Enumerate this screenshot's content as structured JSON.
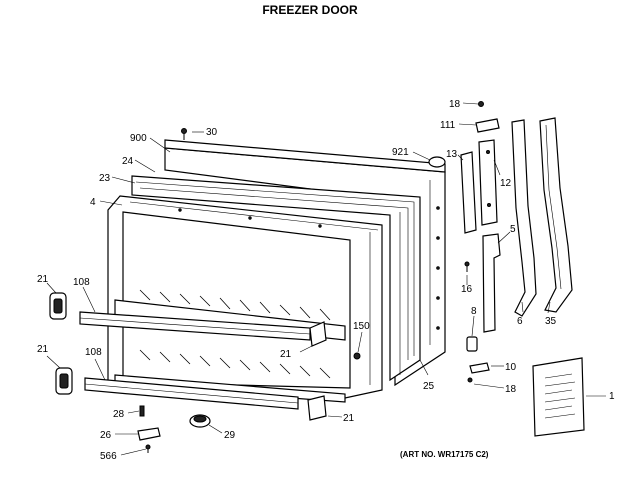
{
  "title": "FREEZER DOOR",
  "art_no": "(ART NO. WR17175 C2)",
  "callouts": {
    "p18a": "18",
    "p111": "111",
    "p900": "900",
    "p30": "30",
    "p921": "921",
    "p13": "13",
    "p12": "12",
    "p24": "24",
    "p23": "23",
    "p4": "4",
    "p5": "5",
    "p16": "16",
    "p6": "6",
    "p35": "35",
    "p8": "8",
    "p21a": "21",
    "p108a": "108",
    "p150": "150",
    "p21b": "21",
    "p10": "10",
    "p18b": "18",
    "p25": "25",
    "p21c": "21",
    "p108b": "108",
    "p1": "1",
    "p28": "28",
    "p21d": "21",
    "p26": "26",
    "p29": "29",
    "p566": "566"
  }
}
